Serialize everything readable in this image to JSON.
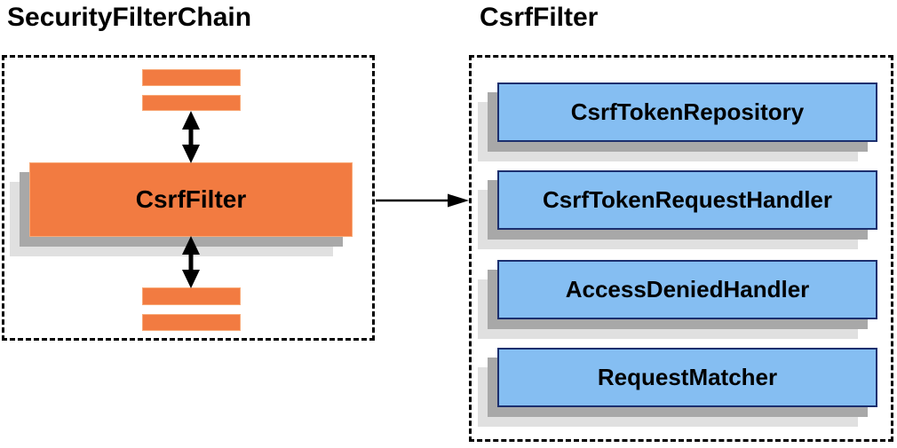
{
  "left_panel": {
    "title": "SecurityFilterChain",
    "csrf_filter_label": "CsrfFilter"
  },
  "right_panel": {
    "title": "CsrfFilter",
    "components": [
      "CsrfTokenRepository",
      "CsrfTokenRequestHandler",
      "AccessDeniedHandler",
      "RequestMatcher"
    ]
  },
  "colors": {
    "filter_orange": "#F27B41",
    "filter_orange_edge": "#F8A977",
    "component_blue_fill": "#85BEF2",
    "component_blue_border": "#1C2F6E",
    "shadow_dark": "#A8A8A8",
    "shadow_light": "#E0E0E0",
    "arrow_black": "#000000"
  }
}
